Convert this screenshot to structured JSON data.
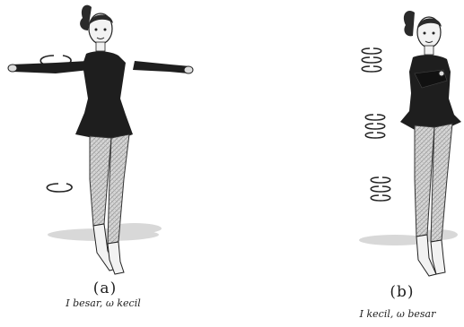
{
  "panels": [
    {
      "letter": "(a)",
      "caption": "I besar, ω kecil"
    },
    {
      "letter": "(b)",
      "caption": "I kecil, ω besar"
    }
  ],
  "colors": {
    "ink": "#222222",
    "outfit": "#1e1e1e",
    "legs": "#bdbdbd",
    "ground": "#cfcfcf"
  },
  "icons": [
    "skater-arms-extended-figure",
    "skater-arms-folded-figure",
    "rotation-arrow-icon"
  ]
}
